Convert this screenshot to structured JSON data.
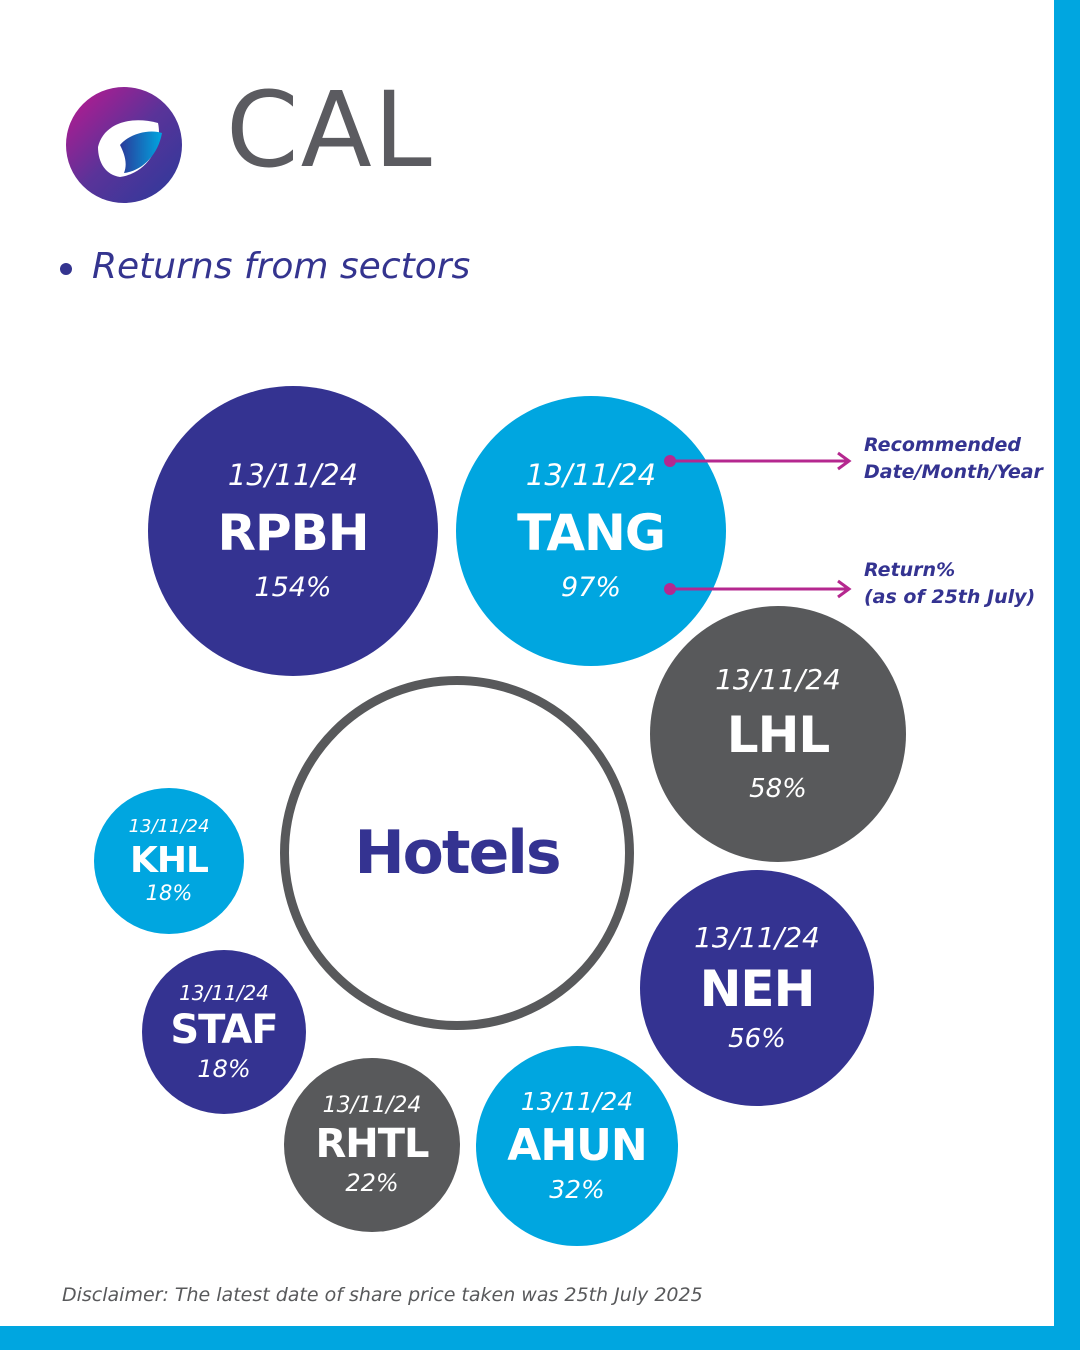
{
  "brand": {
    "name": "CAL"
  },
  "subtitle": "Returns from sectors",
  "sector": "Hotels",
  "annotations": {
    "date_label_line1": "Recommended",
    "date_label_line2": "Date/Month/Year",
    "return_label_line1": "Return%",
    "return_label_line2": "(as of 25th July)"
  },
  "colors": {
    "navy": "#343391",
    "sky": "#00a6e0",
    "grey": "#58595b",
    "magenta": "#b5288f"
  },
  "bubbles": [
    {
      "ticker": "RPBH",
      "date": "13/11/24",
      "return": "154%",
      "color": "navy"
    },
    {
      "ticker": "TANG",
      "date": "13/11/24",
      "return": "97%",
      "color": "sky"
    },
    {
      "ticker": "LHL",
      "date": "13/11/24",
      "return": "58%",
      "color": "grey"
    },
    {
      "ticker": "NEH",
      "date": "13/11/24",
      "return": "56%",
      "color": "navy"
    },
    {
      "ticker": "AHUN",
      "date": "13/11/24",
      "return": "32%",
      "color": "sky"
    },
    {
      "ticker": "RHTL",
      "date": "13/11/24",
      "return": "22%",
      "color": "grey"
    },
    {
      "ticker": "STAF",
      "date": "13/11/24",
      "return": "18%",
      "color": "navy"
    },
    {
      "ticker": "KHL",
      "date": "13/11/24",
      "return": "18%",
      "color": "sky"
    }
  ],
  "disclaimer": "Disclaimer: The latest date of share price taken was 25th July 2025"
}
